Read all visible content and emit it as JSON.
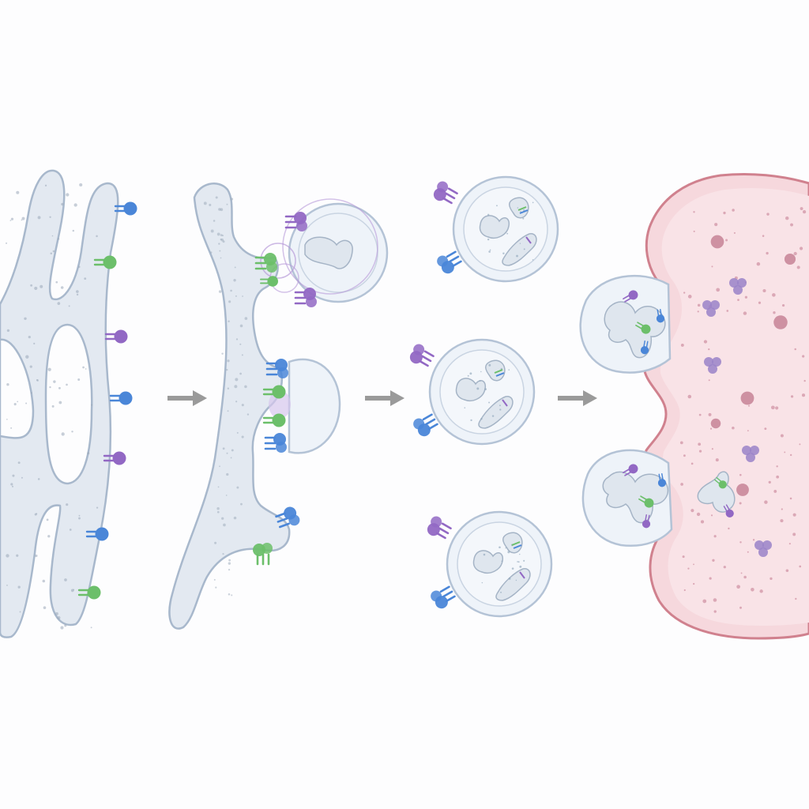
{
  "colors": {
    "background": "#fdfdfe",
    "er_fill": "#e3e9f1",
    "er_stroke": "#a8b8cc",
    "vesicle_fill": "#eef3f9",
    "vesicle_stroke": "#b4c3d6",
    "cargo_fill": "#dfe6ee",
    "target_fill": "#f6d8dd",
    "target_stroke": "#d0818e",
    "protein_blue": "#4a86d8",
    "protein_green": "#6cbf6a",
    "protein_purple": "#9268c4",
    "arrow": "#9a9a9a",
    "speckle": "#9aa8b8",
    "target_speckle": "#b6607a"
  },
  "icons": {
    "arrow": "right-arrow-icon",
    "protein": "membrane-protein-icon"
  },
  "stages": [
    {
      "id": "er-membrane-network"
    },
    {
      "id": "vesicle-budding"
    },
    {
      "id": "free-transport-vesicles"
    },
    {
      "id": "vesicle-fusion-target-compartment"
    }
  ],
  "arrows": 3
}
